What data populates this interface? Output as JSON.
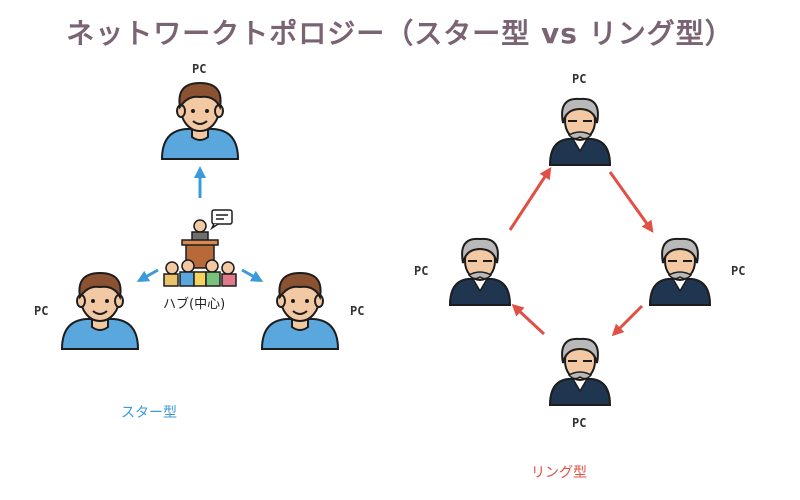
{
  "title": "ネットワークトポロジー（スター型 vs リング型）",
  "star": {
    "node_label": "PC",
    "hub_label": "ハブ(中心)",
    "caption": "スター型"
  },
  "ring": {
    "node_label": "PC",
    "caption": "リング型"
  },
  "colors": {
    "title": "#7a6473",
    "star_arrow": "#3b9ad9",
    "ring_arrow": "#e05044",
    "young_shirt": "#5aa7dd",
    "old_shirt": "#1f3550",
    "skin": "#f3c9a3",
    "young_hair": "#8a5230",
    "old_hair": "#b9b9b9"
  },
  "icons": {
    "star_node": "young-man-icon",
    "ring_node": "old-man-icon",
    "hub": "speaker-podium-audience-icon"
  }
}
